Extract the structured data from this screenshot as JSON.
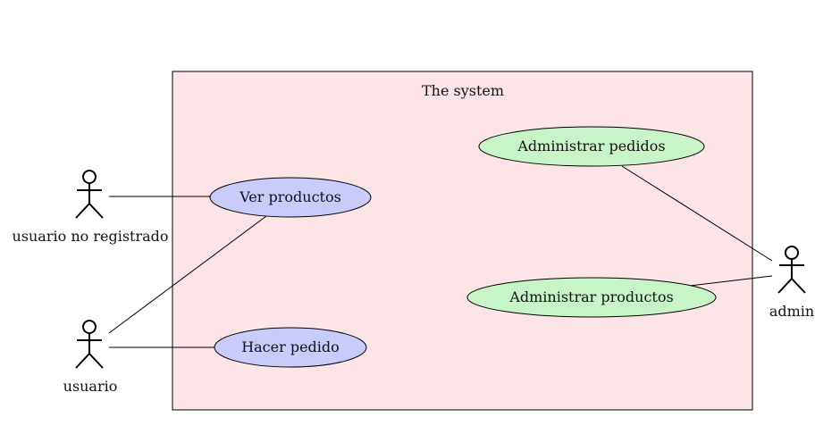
{
  "system": {
    "title": "The system",
    "fill": "#fde4e6"
  },
  "actors": [
    {
      "id": "unregistered",
      "label": "usuario no registrado"
    },
    {
      "id": "user",
      "label": "usuario"
    },
    {
      "id": "admin",
      "label": "admin"
    }
  ],
  "use_cases": [
    {
      "id": "ver",
      "label": "Ver productos",
      "fill": "#c9ccfa"
    },
    {
      "id": "hacer",
      "label": "Hacer pedido",
      "fill": "#c9ccfa"
    },
    {
      "id": "adm-pedidos",
      "label": "Administrar pedidos",
      "fill": "#c8f5c8"
    },
    {
      "id": "adm-productos",
      "label": "Administrar productos",
      "fill": "#c8f5c8"
    }
  ],
  "associations": [
    {
      "from": "unregistered",
      "to": "ver"
    },
    {
      "from": "user",
      "to": "ver"
    },
    {
      "from": "user",
      "to": "hacer"
    },
    {
      "from": "admin",
      "to": "adm-pedidos"
    },
    {
      "from": "admin",
      "to": "adm-productos"
    }
  ]
}
